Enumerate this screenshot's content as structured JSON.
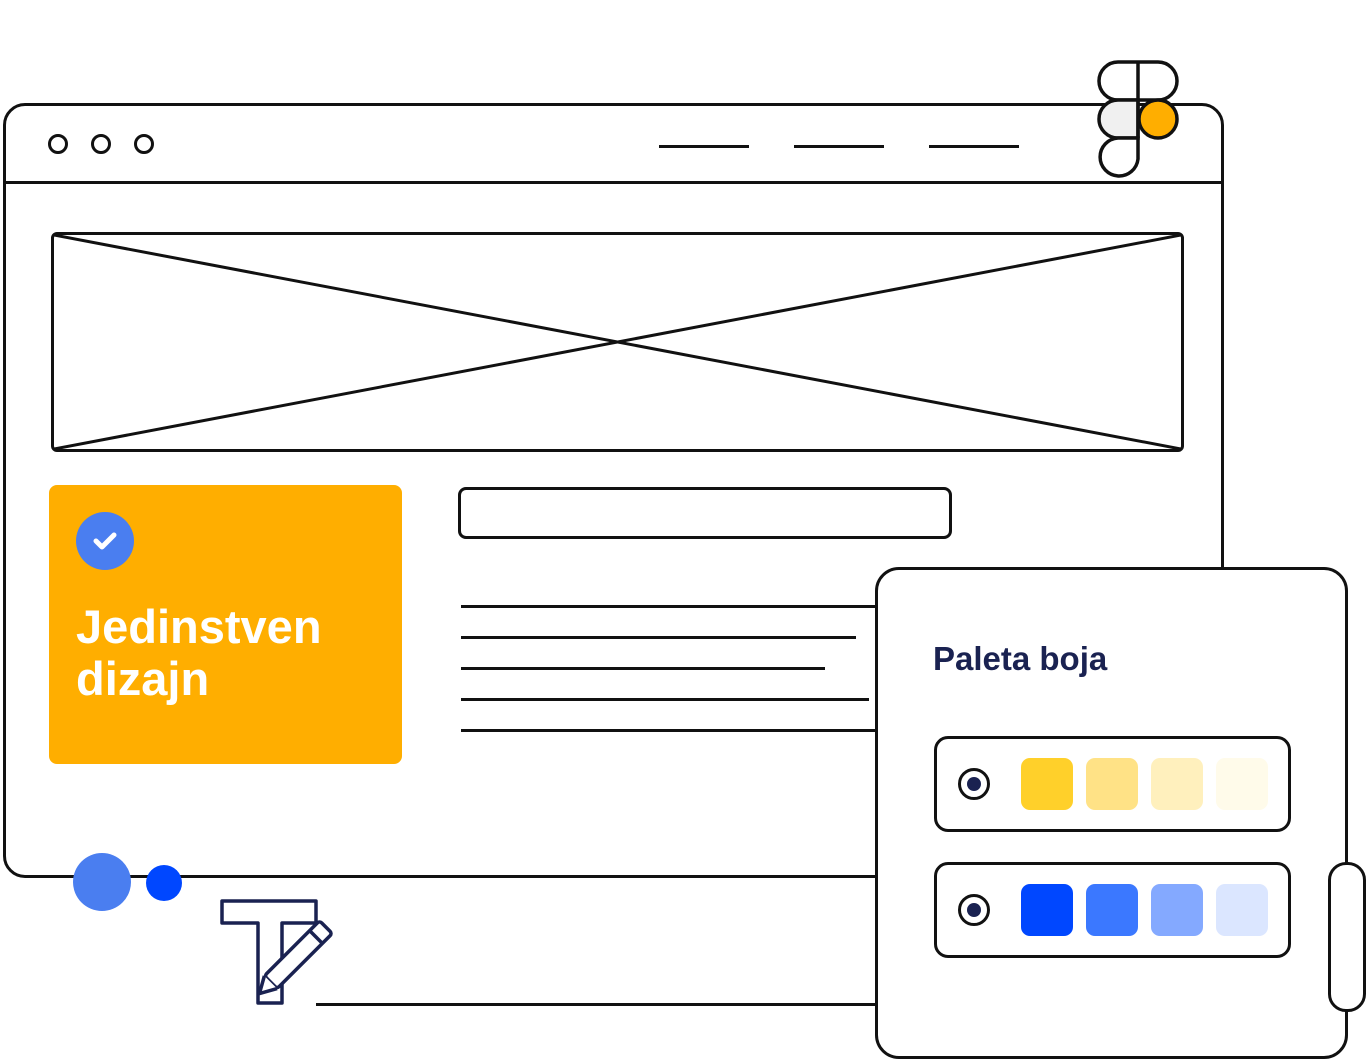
{
  "feature_card": {
    "title": "Jedinstven dizajn",
    "accent": "#ffae00",
    "icon": "check-circle-icon"
  },
  "palette": {
    "title": "Paleta boja",
    "rows": [
      {
        "name": "yellow",
        "selected": true,
        "colors": [
          "#ffd02a",
          "#ffe286",
          "#fff0bd",
          "#fffbea"
        ]
      },
      {
        "name": "blue",
        "selected": true,
        "colors": [
          "#0047ff",
          "#3b78ff",
          "#84a9ff",
          "#dbe6ff"
        ]
      }
    ]
  },
  "icons": {
    "logo": "figma-logo-icon",
    "text_tool": "text-edit-icon",
    "hero": "image-placeholder-icon"
  },
  "colors": {
    "stroke": "#111111",
    "navy": "#1a2251",
    "orange": "#ffae00",
    "blue": "#4a7ef0"
  }
}
